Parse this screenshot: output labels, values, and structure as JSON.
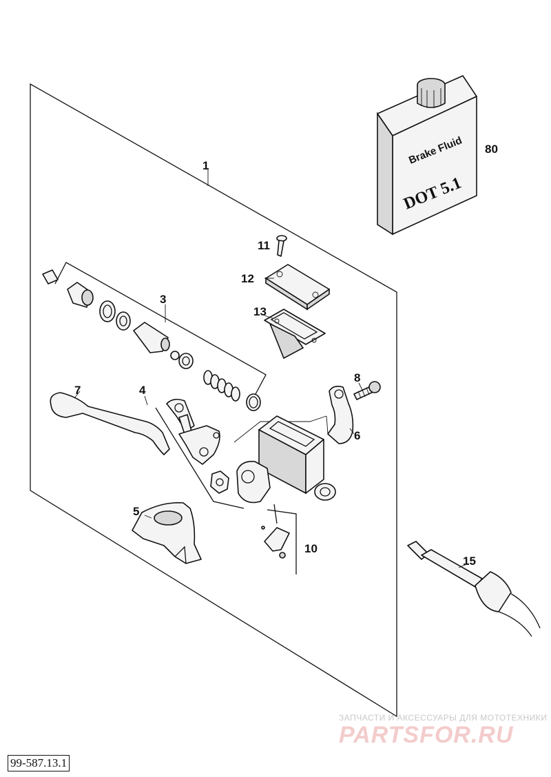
{
  "diagram": {
    "callouts": {
      "c1": "1",
      "c3": "3",
      "c4": "4",
      "c5": "5",
      "c6": "6",
      "c7": "7",
      "c8": "8",
      "c10": "10",
      "c11": "11",
      "c12": "12",
      "c13": "13",
      "c15": "15",
      "c80": "80"
    },
    "fluid_can": {
      "line1": "Brake Fluid",
      "line2": "DOT 5.1"
    },
    "watermark": {
      "tagline": "ЗАПЧАСТИ И АКСЕССУАРЫ ДЛЯ МОТОТЕХНИКИ",
      "brand": "PARTSFOR.RU"
    },
    "document_number": "99-587.13.1"
  }
}
